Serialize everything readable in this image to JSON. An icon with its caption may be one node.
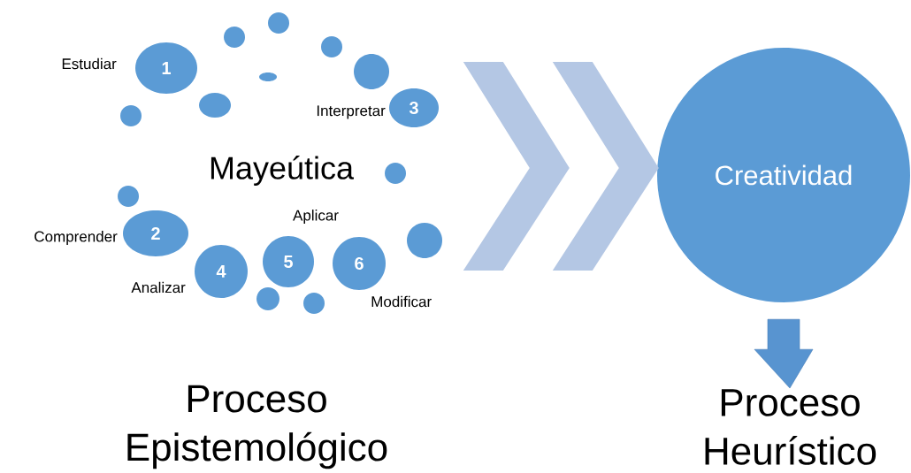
{
  "diagram": {
    "nodes": [
      {
        "text": [],
        "shape": "circle"
      },
      {
        "text": [],
        "shape": "circle"
      },
      {
        "text": [],
        "shape": "circle"
      },
      {
        "text": [
          "1"
        ],
        "beside": [
          "Estudiar"
        ]
      },
      {
        "text": [],
        "shape": "circle"
      },
      {
        "text": [],
        "shape": "circle"
      },
      {
        "text": [],
        "shape": "circle"
      },
      {
        "text": [
          "3"
        ],
        "beside": [
          "Interpretar"
        ]
      },
      {
        "text": [],
        "shape": "circle"
      },
      {
        "text": [
          "Mayeútica"
        ]
      },
      {
        "text": [],
        "shape": "circle"
      },
      {
        "text": [
          "Creatividad"
        ]
      },
      {
        "text": [],
        "shape": "circle"
      },
      {
        "text": [
          "2"
        ],
        "beside": [
          "Comprender"
        ]
      },
      {
        "text": [],
        "shape": "circle"
      },
      {
        "text": [
          "5"
        ],
        "beside": [
          "Aplicar"
        ]
      },
      {
        "text": [
          "6"
        ],
        "beside": [
          "Modificar"
        ]
      },
      {
        "text": [
          "4"
        ],
        "beside": [
          "Analizar"
        ]
      },
      {
        "text": [],
        "shape": "circle"
      },
      {
        "text": [],
        "shape": "circle"
      },
      {
        "text": [
          "Proceso Heurístico"
        ]
      }
    ],
    "edges": [
      {
        "from": null,
        "to": 11,
        "arrow": "to"
      },
      {
        "from": 11,
        "to": 20,
        "arrow": "to"
      }
    ],
    "labels": [
      "Proceso Epistemológico"
    ]
  }
}
